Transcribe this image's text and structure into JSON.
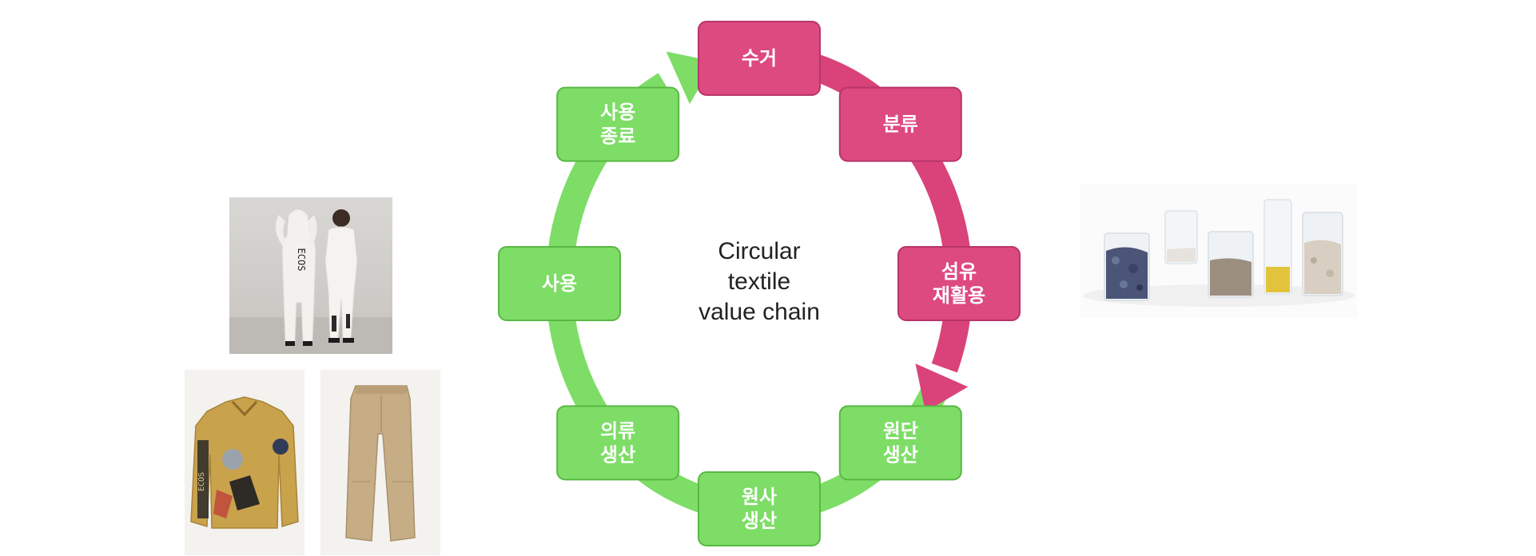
{
  "diagram": {
    "center_lines": [
      "Circular",
      "textile",
      "value chain"
    ],
    "nodes": [
      {
        "id": "collect",
        "lines": [
          "수거"
        ],
        "stage": "recycling"
      },
      {
        "id": "sort",
        "lines": [
          "분류"
        ],
        "stage": "recycling"
      },
      {
        "id": "fiber",
        "lines": [
          "섬유",
          "재활용"
        ],
        "stage": "recycling"
      },
      {
        "id": "fabric",
        "lines": [
          "원단",
          "생산"
        ],
        "stage": "production"
      },
      {
        "id": "yarn",
        "lines": [
          "원사",
          "생산"
        ],
        "stage": "production"
      },
      {
        "id": "clothing",
        "lines": [
          "의류",
          "생산"
        ],
        "stage": "production"
      },
      {
        "id": "use",
        "lines": [
          "사용"
        ],
        "stage": "production"
      },
      {
        "id": "eol",
        "lines": [
          "사용",
          "종료"
        ],
        "stage": "production"
      }
    ]
  },
  "colors": {
    "recycling_fill": "#dd4a80",
    "recycling_stroke": "#b8356a",
    "recycling_arrow": "#d9437a",
    "production_fill": "#7ddd66",
    "production_stroke": "#58b843",
    "production_arrow": "#7ddd66"
  },
  "photos": {
    "left_top_logo": "ECOS",
    "left_bottom_jacket_logo": "ECOS"
  }
}
